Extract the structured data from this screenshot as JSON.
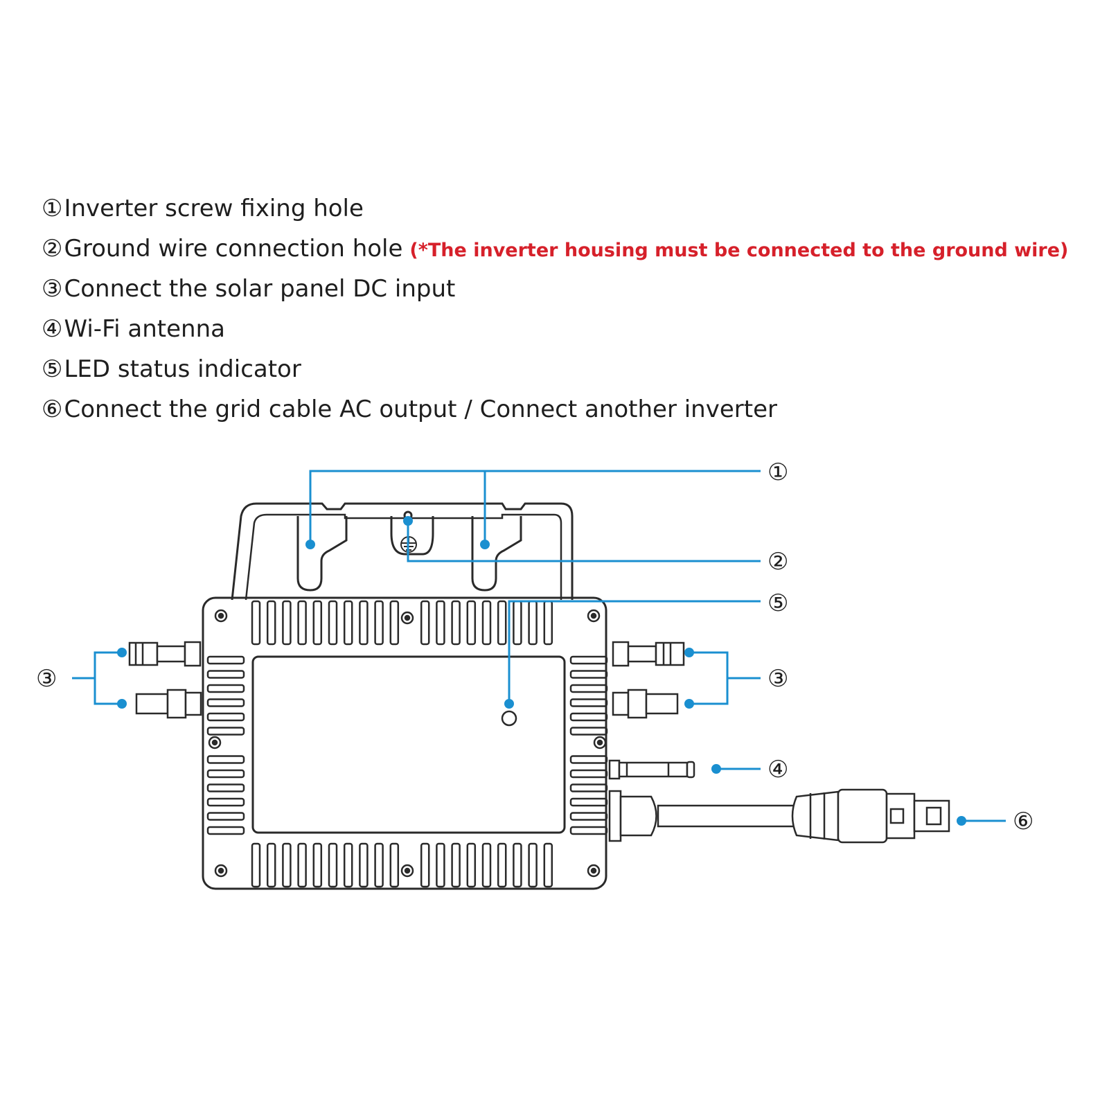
{
  "legend": [
    {
      "num": "①",
      "text": "Inverter screw fixing hole",
      "note": ""
    },
    {
      "num": "②",
      "text": "Ground wire connection hole",
      "note": "(*The inverter housing must be connected to the ground wire)"
    },
    {
      "num": "③",
      "text": "Connect the solar panel DC input",
      "note": ""
    },
    {
      "num": "④",
      "text": "Wi-Fi antenna",
      "note": ""
    },
    {
      "num": "⑤",
      "text": "LED status indicator",
      "note": ""
    },
    {
      "num": "⑥",
      "text": "Connect the grid cable AC output / Connect another inverter",
      "note": ""
    }
  ],
  "callouts": {
    "screw_hole": "①",
    "ground": "②",
    "led": "⑤",
    "dc_left": "③",
    "dc_right": "③",
    "antenna": "④",
    "ac_output": "⑥"
  },
  "colors": {
    "leader": "#1a8fd0",
    "warning": "#d6202a",
    "outline": "#2a2a2a"
  }
}
